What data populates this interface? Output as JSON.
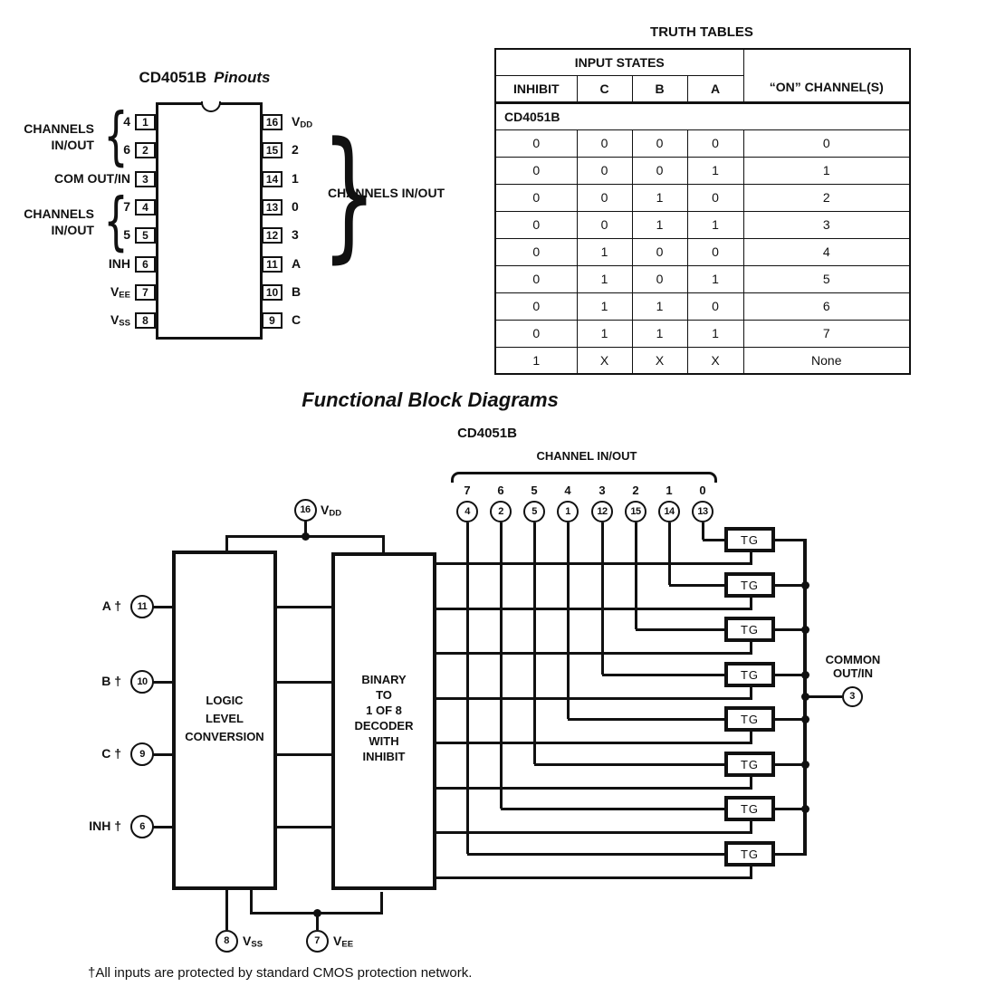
{
  "pinout": {
    "title_device": "CD4051B",
    "title_word": "Pinouts",
    "left_pins": [
      {
        "pin": "1",
        "label": "4"
      },
      {
        "pin": "2",
        "label": "6"
      },
      {
        "pin": "3",
        "label": "COM OUT/IN"
      },
      {
        "pin": "4",
        "label": "7"
      },
      {
        "pin": "5",
        "label": "5"
      },
      {
        "pin": "6",
        "label": "INH"
      },
      {
        "pin": "7",
        "label": "V_EE"
      },
      {
        "pin": "8",
        "label": "V_SS"
      }
    ],
    "right_pins": [
      {
        "pin": "16",
        "label": "V_DD"
      },
      {
        "pin": "15",
        "label": "2"
      },
      {
        "pin": "14",
        "label": "1"
      },
      {
        "pin": "13",
        "label": "0"
      },
      {
        "pin": "12",
        "label": "3"
      },
      {
        "pin": "11",
        "label": "A"
      },
      {
        "pin": "10",
        "label": "B"
      },
      {
        "pin": "9",
        "label": "C"
      }
    ],
    "left_groups": [
      {
        "label": "CHANNELS\nIN/OUT"
      },
      {
        "label": "CHANNELS\nIN/OUT"
      }
    ],
    "right_group_label": "CHANNELS IN/OUT"
  },
  "truth_table": {
    "title": "TRUTH TABLES",
    "input_states_header": "INPUT STATES",
    "columns": [
      "INHIBIT",
      "C",
      "B",
      "A"
    ],
    "on_channels_header": "“ON” CHANNEL(S)",
    "section_row": "CD4051B",
    "rows": [
      [
        "0",
        "0",
        "0",
        "0",
        "0"
      ],
      [
        "0",
        "0",
        "0",
        "1",
        "1"
      ],
      [
        "0",
        "0",
        "1",
        "0",
        "2"
      ],
      [
        "0",
        "0",
        "1",
        "1",
        "3"
      ],
      [
        "0",
        "1",
        "0",
        "0",
        "4"
      ],
      [
        "0",
        "1",
        "0",
        "1",
        "5"
      ],
      [
        "0",
        "1",
        "1",
        "0",
        "6"
      ],
      [
        "0",
        "1",
        "1",
        "1",
        "7"
      ],
      [
        "1",
        "X",
        "X",
        "X",
        "None"
      ]
    ]
  },
  "block_diagram": {
    "title": "Functional Block Diagrams",
    "subtitle": "CD4051B",
    "channel_group_label": "CHANNEL IN/OUT",
    "channels": [
      {
        "channel": "7",
        "pin": "4"
      },
      {
        "channel": "6",
        "pin": "2"
      },
      {
        "channel": "5",
        "pin": "5"
      },
      {
        "channel": "4",
        "pin": "1"
      },
      {
        "channel": "3",
        "pin": "12"
      },
      {
        "channel": "2",
        "pin": "15"
      },
      {
        "channel": "1",
        "pin": "14"
      },
      {
        "channel": "0",
        "pin": "13"
      }
    ],
    "inputs": [
      {
        "label": "A",
        "pin": "11"
      },
      {
        "label": "B",
        "pin": "10"
      },
      {
        "label": "C",
        "pin": "9"
      },
      {
        "label": "INH",
        "pin": "6"
      }
    ],
    "vdd": {
      "pin": "16",
      "label": "V_DD"
    },
    "vss": {
      "pin": "8",
      "label": "V_SS"
    },
    "vee": {
      "pin": "7",
      "label": "V_EE"
    },
    "logic_box_label": "LOGIC\nLEVEL\nCONVERSION",
    "decoder_box_label": "BINARY\nTO\n1 OF 8\nDECODER\nWITH\nINHIBIT",
    "tg_label": "TG",
    "common_label": "COMMON\nOUT/IN",
    "common_pin": "3",
    "dagger": "†"
  },
  "footnote": {
    "symbol": "†",
    "text": "All inputs are protected by standard CMOS protection network."
  }
}
